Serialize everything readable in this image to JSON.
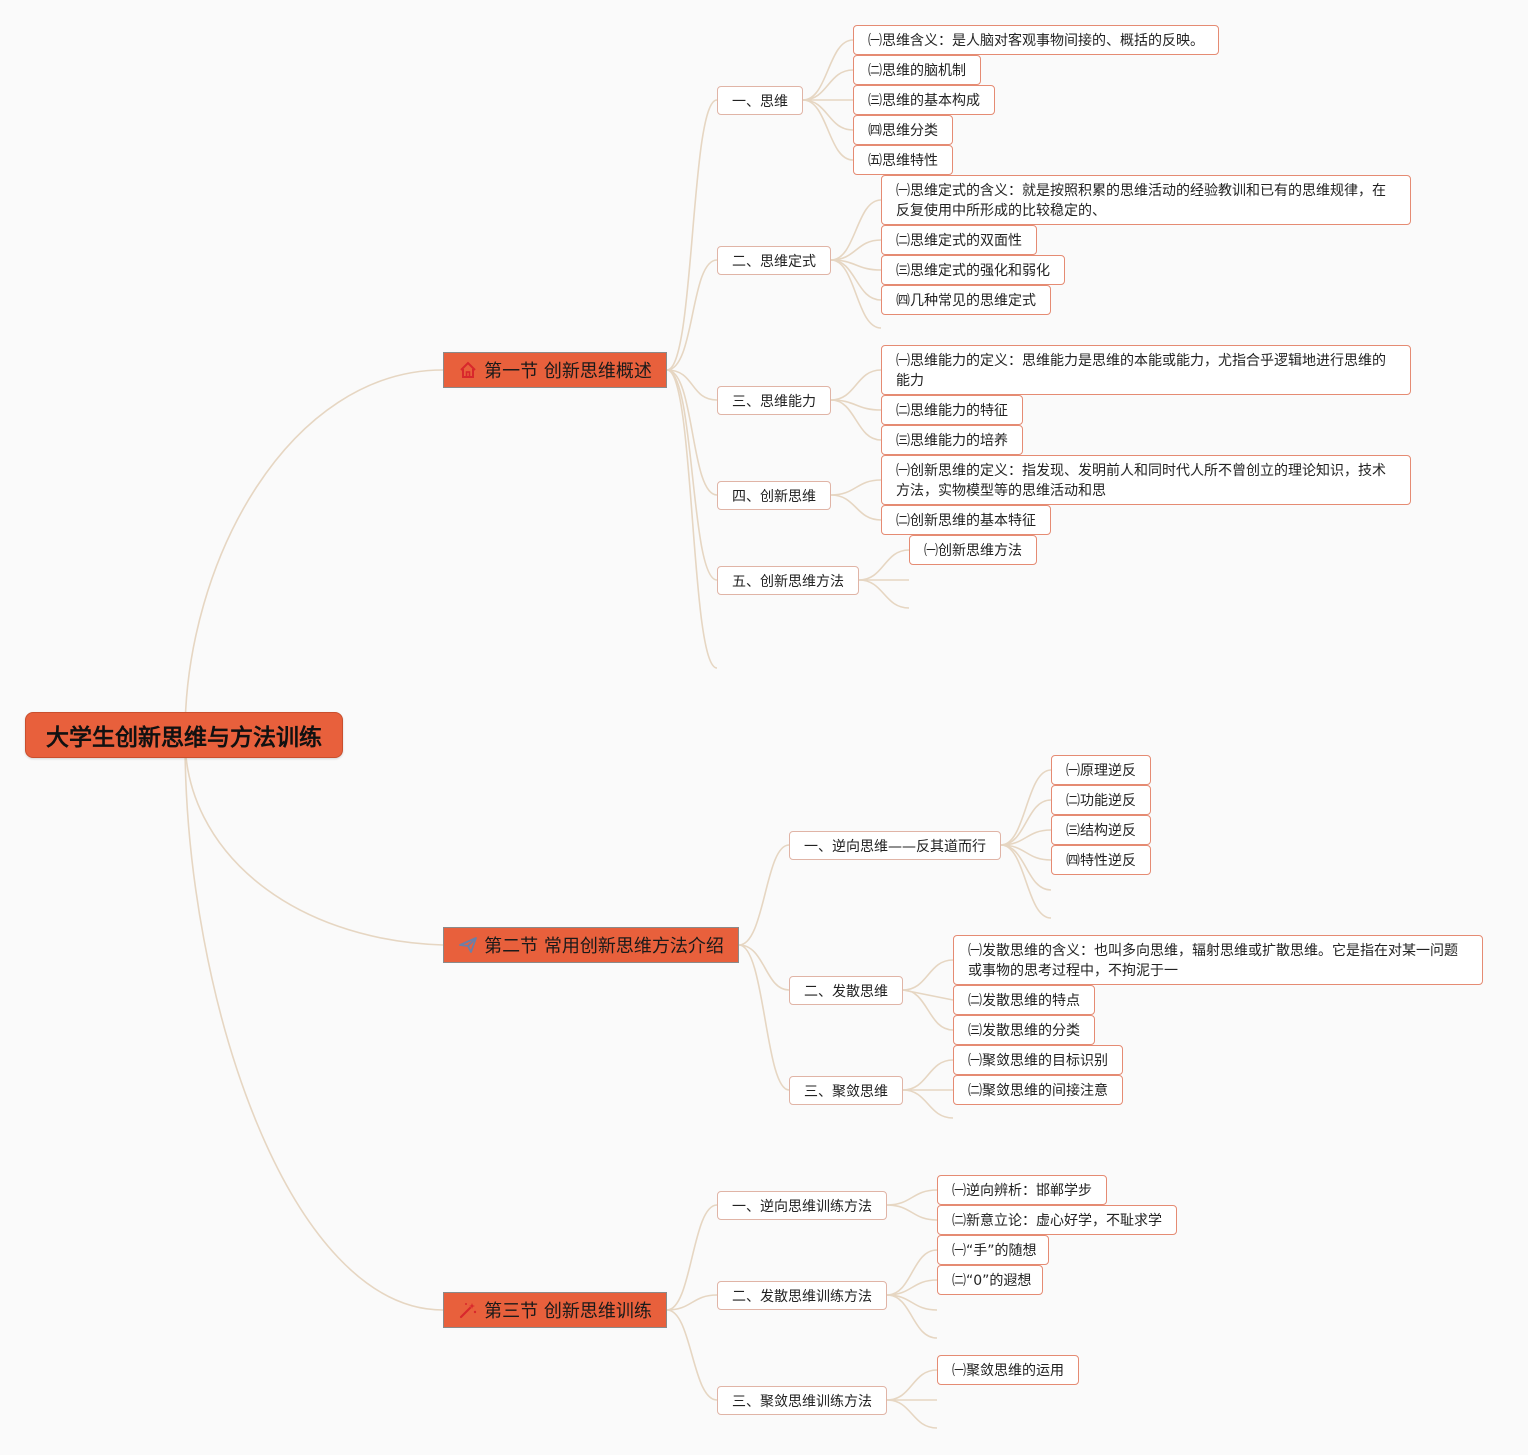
{
  "root": "大学生创新思维与方法训练",
  "sections": [
    {
      "title": "第一节 创新思维概述",
      "icon": "home-icon",
      "children": [
        {
          "label": "一、思维",
          "children": [
            "㈠思维含义：是人脑对客观事物间接的、概括的反映。",
            "㈡思维的脑机制",
            "㈢思维的基本构成",
            "㈣思维分类",
            "㈤思维特性"
          ]
        },
        {
          "label": "二、思维定式",
          "children": [
            "㈠思维定式的含义：就是按照积累的思维活动的经验教训和已有的思维规律，在反复使用中所形成的比较稳定的、",
            "㈡思维定式的双面性",
            "㈢思维定式的强化和弱化",
            "㈣几种常见的思维定式"
          ]
        },
        {
          "label": "三、思维能力",
          "children": [
            "㈠思维能力的定义：思维能力是思维的本能或能力，尤指合乎逻辑地进行思维的能力",
            "㈡思维能力的特征",
            "㈢思维能力的培养"
          ]
        },
        {
          "label": "四、创新思维",
          "children": [
            "㈠创新思维的定义：指发现、发明前人和同时代人所不曾创立的理论知识，技术方法，实物模型等的思维活动和思",
            "㈡创新思维的基本特征"
          ]
        },
        {
          "label": "五、创新思维方法",
          "children": [
            "㈠创新思维方法"
          ]
        }
      ]
    },
    {
      "title": "第二节 常用创新思维方法介绍",
      "icon": "paper-plane-icon",
      "children": [
        {
          "label": "一、逆向思维——反其道而行",
          "children": [
            "㈠原理逆反",
            "㈡功能逆反",
            "㈢结构逆反",
            "㈣特性逆反"
          ]
        },
        {
          "label": "二、发散思维",
          "children": [
            "㈠发散思维的含义：也叫多向思维，辐射思维或扩散思维。它是指在对某一问题或事物的思考过程中，不拘泥于一",
            "㈡发散思维的特点",
            "㈢发散思维的分类"
          ]
        },
        {
          "label": "三、聚敛思维",
          "children": [
            "㈠聚敛思维的目标识别",
            "㈡聚敛思维的间接注意"
          ]
        }
      ]
    },
    {
      "title": "第三节 创新思维训练",
      "icon": "magic-wand-icon",
      "children": [
        {
          "label": "一、逆向思维训练方法",
          "children": [
            "㈠逆向辨析：邯郸学步",
            "㈡新意立论：虚心好学，不耻求学"
          ]
        },
        {
          "label": "二、发散思维训练方法",
          "children": [
            "㈠“手”的随想",
            "㈡“0”的遐想"
          ]
        },
        {
          "label": "三、聚敛思维训练方法",
          "children": [
            "㈠聚敛思维的运用"
          ]
        }
      ]
    }
  ],
  "colors": {
    "root": "#e8603c",
    "section": "#e8603c",
    "line": "#e6d6c2",
    "leaf_border": "#e58b73",
    "background": "#fafafa"
  }
}
